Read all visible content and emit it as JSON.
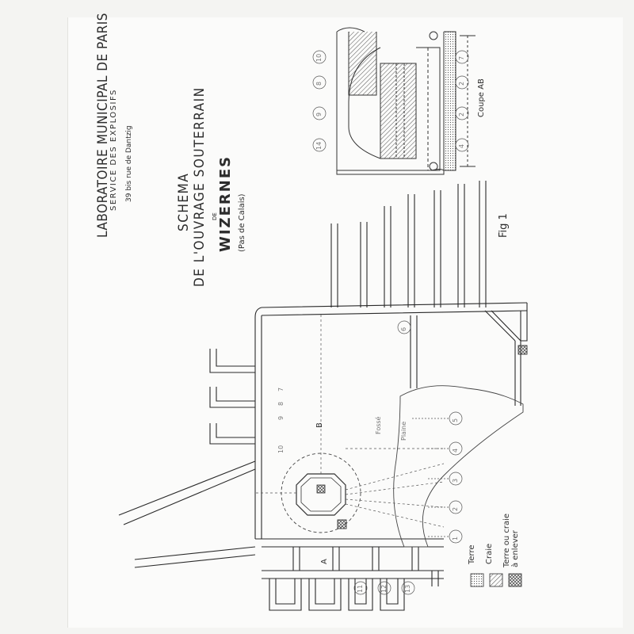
{
  "header": {
    "laboratory": "LABORATOIRE MUNICIPAL DE PARIS",
    "service": "SERVICE DES EXPLOSIFS",
    "address": "39 bis rue de Dantzig"
  },
  "title": {
    "line1": "SCHEMA",
    "line2": "DE L'OUVRAGE SOUTERRAIN",
    "de": "DE",
    "place": "WIZERNES",
    "region": "(Pas de Calais)"
  },
  "figure_label": "Fig 1",
  "section": {
    "label": "Coupe AB",
    "numbers": [
      "10",
      "8",
      "9",
      "14",
      "7",
      "2",
      "2",
      "4"
    ]
  },
  "plan": {
    "point_a": "A",
    "point_b": "B",
    "faint_labels": [
      "Fossé",
      "Plaine"
    ],
    "numbers_column": [
      "1",
      "2",
      "3",
      "4",
      "5"
    ],
    "numbers_top": [
      "10",
      "9",
      "8",
      "7"
    ],
    "number_right": "6",
    "numbers_bottom": [
      "11",
      "12",
      "13"
    ]
  },
  "legend": [
    {
      "label": "Terre",
      "pattern": "dotted"
    },
    {
      "label": "Craie",
      "pattern": "hatched"
    },
    {
      "label": "Terre ou craie à enlever",
      "pattern": "crosshatched"
    }
  ],
  "colors": {
    "paper": "#fbfbfa",
    "ink": "#2c2c2c"
  }
}
